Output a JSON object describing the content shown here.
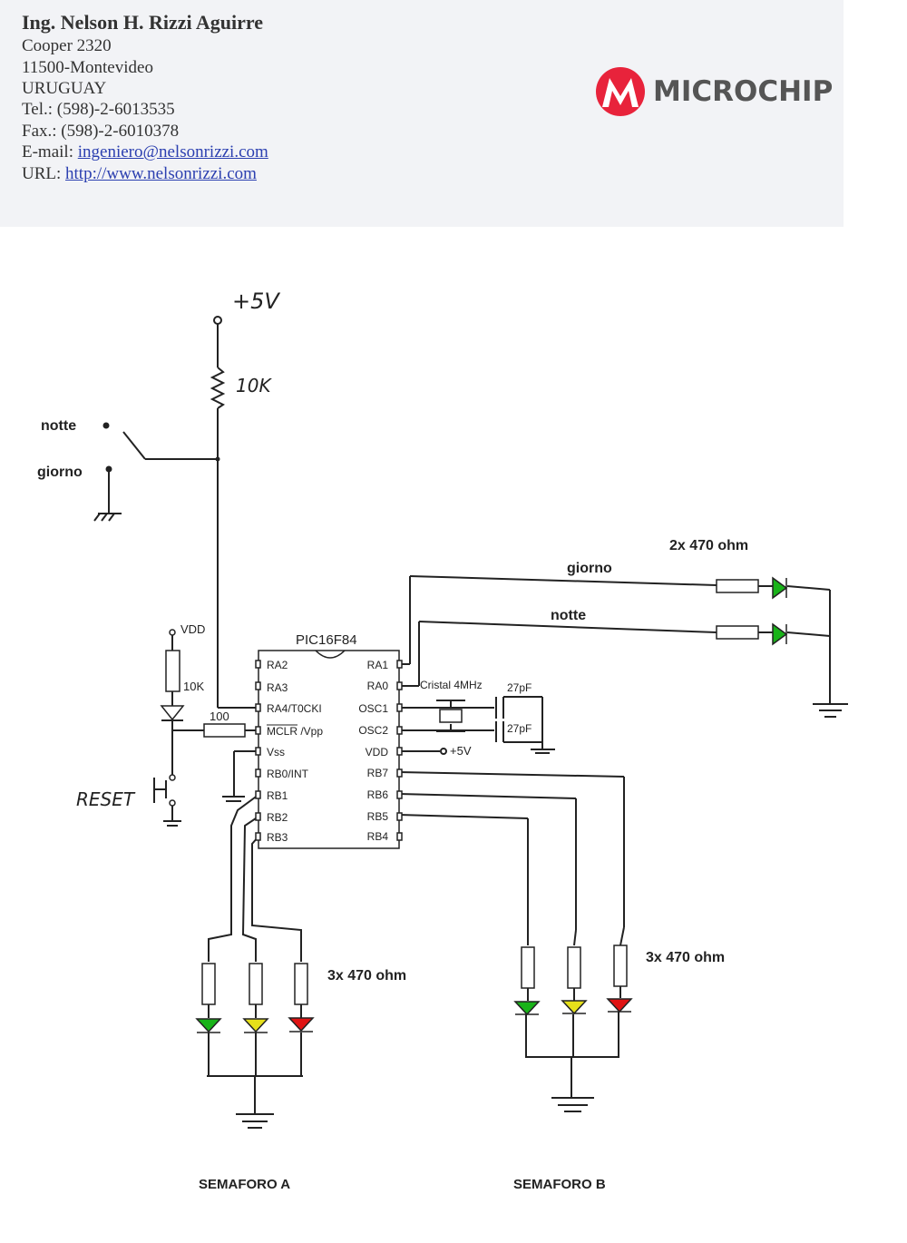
{
  "header": {
    "name": "Ing. Nelson H. Rizzi Aguirre",
    "address": "Cooper 2320",
    "city": "11500-Montevideo",
    "country": "URUGUAY",
    "tel": "Tel.: (598)-2-6013535",
    "fax": "Fax.: (598)-2-6010378",
    "email_label": "E-mail: ",
    "email": "ingeniero@nelsonrizzi.com",
    "url_label": "URL: ",
    "url": "http://www.nelsonrizzi.com"
  },
  "logo": {
    "text": "MICROCHIP",
    "color": "#e8233b"
  },
  "schematic": {
    "supply_top": "+5V",
    "pullup_resistor": "10K",
    "switch_notte": "notte",
    "switch_giorno": "giorno",
    "chip_name": "PIC16F84",
    "left_pins": [
      "RA2",
      "RA3",
      "RA4/T0CKI",
      "MCLR /Vpp",
      "Vss",
      "RB0/INT",
      "RB1",
      "RB2",
      "RB3"
    ],
    "right_pins": [
      "RA1",
      "RA0",
      "OSC1",
      "OSC2",
      "VDD",
      "RB7",
      "RB6",
      "RB5",
      "RB4"
    ],
    "vdd_label": "VDD",
    "reset_resistor": "10K",
    "mclr_resistor": "100",
    "reset_label": "RESET",
    "crystal": "Cristal 4MHz",
    "cap1": "27pF",
    "cap2": "27pF",
    "vdd_supply": "+5V",
    "indicator_resistors": "2x 470 ohm",
    "indicator_giorno": "giorno",
    "indicator_notte": "notte",
    "semaforo_a_resistors": "3x 470 ohm",
    "semaforo_b_resistors": "3x 470 ohm",
    "semaforo_a": "SEMAFORO A",
    "semaforo_b": "SEMAFORO B"
  },
  "colors": {
    "green": "#19b319",
    "yellow": "#e6e01a",
    "red": "#e01414",
    "wire": "#222222"
  }
}
